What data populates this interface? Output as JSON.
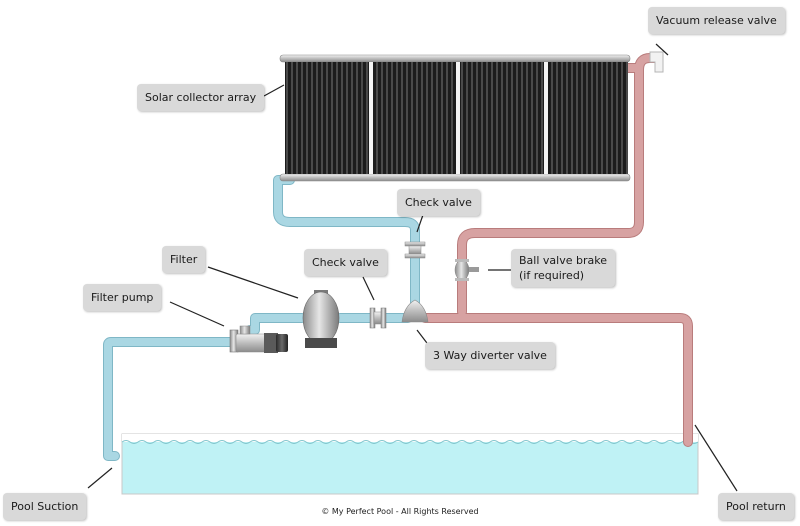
{
  "labels": {
    "vacuum_release_valve": "Vacuum release valve",
    "solar_collector_array": "Solar collector array",
    "check_valve_top": "Check valve",
    "filter": "Filter",
    "check_valve": "Check valve",
    "ball_valve_line1": "Ball valve brake",
    "ball_valve_line2": "(if required)",
    "filter_pump": "Filter pump",
    "three_way_diverter_valve": "3 Way diverter valve",
    "pool_suction": "Pool Suction",
    "pool_return": "Pool return"
  },
  "copyright": "© My Perfect Pool - All Rights Reserved",
  "colors": {
    "cold_pipe": "#a9d6e2",
    "hot_pipe": "#d39a9a",
    "water": "#bff2f5",
    "label_bg": "#d9d9d9",
    "collector": "#2a2a2a"
  }
}
